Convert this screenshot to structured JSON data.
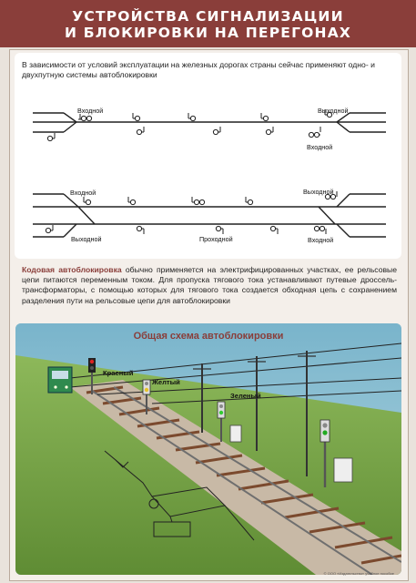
{
  "title": {
    "line1": "УСТРОЙСТВА СИГНАЛИЗАЦИИ",
    "line2": "И БЛОКИРОВКИ НА ПЕРЕГОНАХ"
  },
  "intro": "В зависимости от условий эксплуатации на железных дорогах страны сейчас применяют одно- и двухпутную системы автоблокировки",
  "single_track": {
    "entry_left": "Входной",
    "entry_right": "Входной",
    "exit_right": "Выходной"
  },
  "double_track": {
    "entry_left": "Входной",
    "exit_left": "Выходной",
    "passing": "Проходной",
    "exit_right": "Выходной",
    "entry_right": "Входной"
  },
  "code_section": {
    "term": "Кодовая автоблокировка",
    "text": " обычно применяется на электрифицированных участках, ее рельсовые цепи питаются переменным током. Для пропуска тягового тока устанавливают путевые дроссель-трансформаторы, с помощью которых для тягового тока создается обходная цепь с сохранением разделения пути на рельсовые цепи для автоблокировки"
  },
  "scheme": {
    "title": "Общая схема автоблокировки",
    "signals": {
      "red": "Красный",
      "yellow": "Желтый",
      "green": "Зеленый"
    }
  },
  "copyright": "© ООО «Издательство» учебное пособие",
  "colors": {
    "title_band": "#8a3e3a",
    "accent_text": "#8a3e3a",
    "sky": "#8cc0d2",
    "grass": "#7aa648",
    "rail": "#8d5a3c"
  }
}
